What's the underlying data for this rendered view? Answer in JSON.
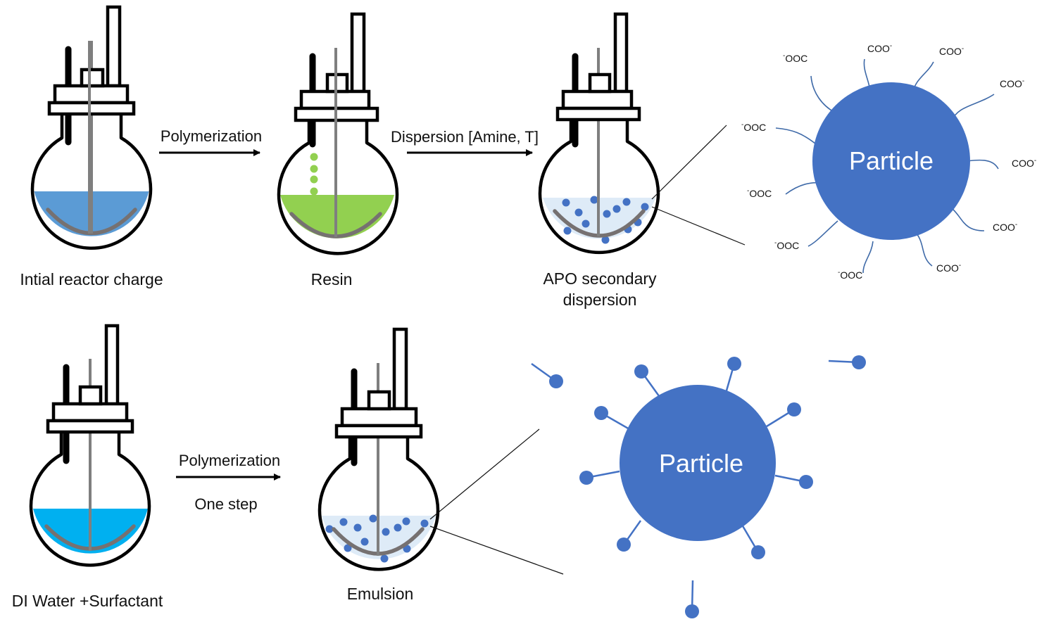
{
  "colors": {
    "initial_charge_liquid": "#5b9bd5",
    "resin_liquid": "#92d050",
    "dispersion_liquid": "#deebf7",
    "water_liquid": "#00b0f0",
    "particle": "#4472c4",
    "impeller": "#767171",
    "stirrer_rod": "#7f7f7f"
  },
  "top_row": {
    "flask_1": {
      "caption": "Intial reactor charge"
    },
    "arrow_1": {
      "label": "Polymerization"
    },
    "flask_2": {
      "caption": "Resin"
    },
    "arrow_2": {
      "label": "Dispersion [Amine, T]"
    },
    "flask_3": {
      "caption_line1": "APO secondary",
      "caption_line2": "dispersion"
    },
    "particle": {
      "label": "Particle",
      "chain_ends": [
        {
          "text": "COO",
          "charge": "-"
        },
        {
          "text": "COO",
          "charge": "-"
        },
        {
          "text": "COO",
          "charge": "-"
        },
        {
          "text": "COO",
          "charge": "-"
        },
        {
          "text": "COO",
          "charge": "-"
        },
        {
          "text": "COO",
          "charge": "-"
        },
        {
          "charge": "-",
          "text": "OOC"
        },
        {
          "charge": "-",
          "text": "OOC"
        },
        {
          "charge": "-",
          "text": "OOC"
        },
        {
          "charge": "-",
          "text": "OOC"
        },
        {
          "charge": "-",
          "text": "OOC"
        }
      ]
    }
  },
  "bottom_row": {
    "flask_1": {
      "caption": "DI Water +Surfactant"
    },
    "arrow_1": {
      "label_top": "Polymerization",
      "label_bottom": "One step"
    },
    "flask_2": {
      "caption": "Emulsion"
    },
    "particle": {
      "label": "Particle",
      "surfactant_count": 11
    }
  }
}
